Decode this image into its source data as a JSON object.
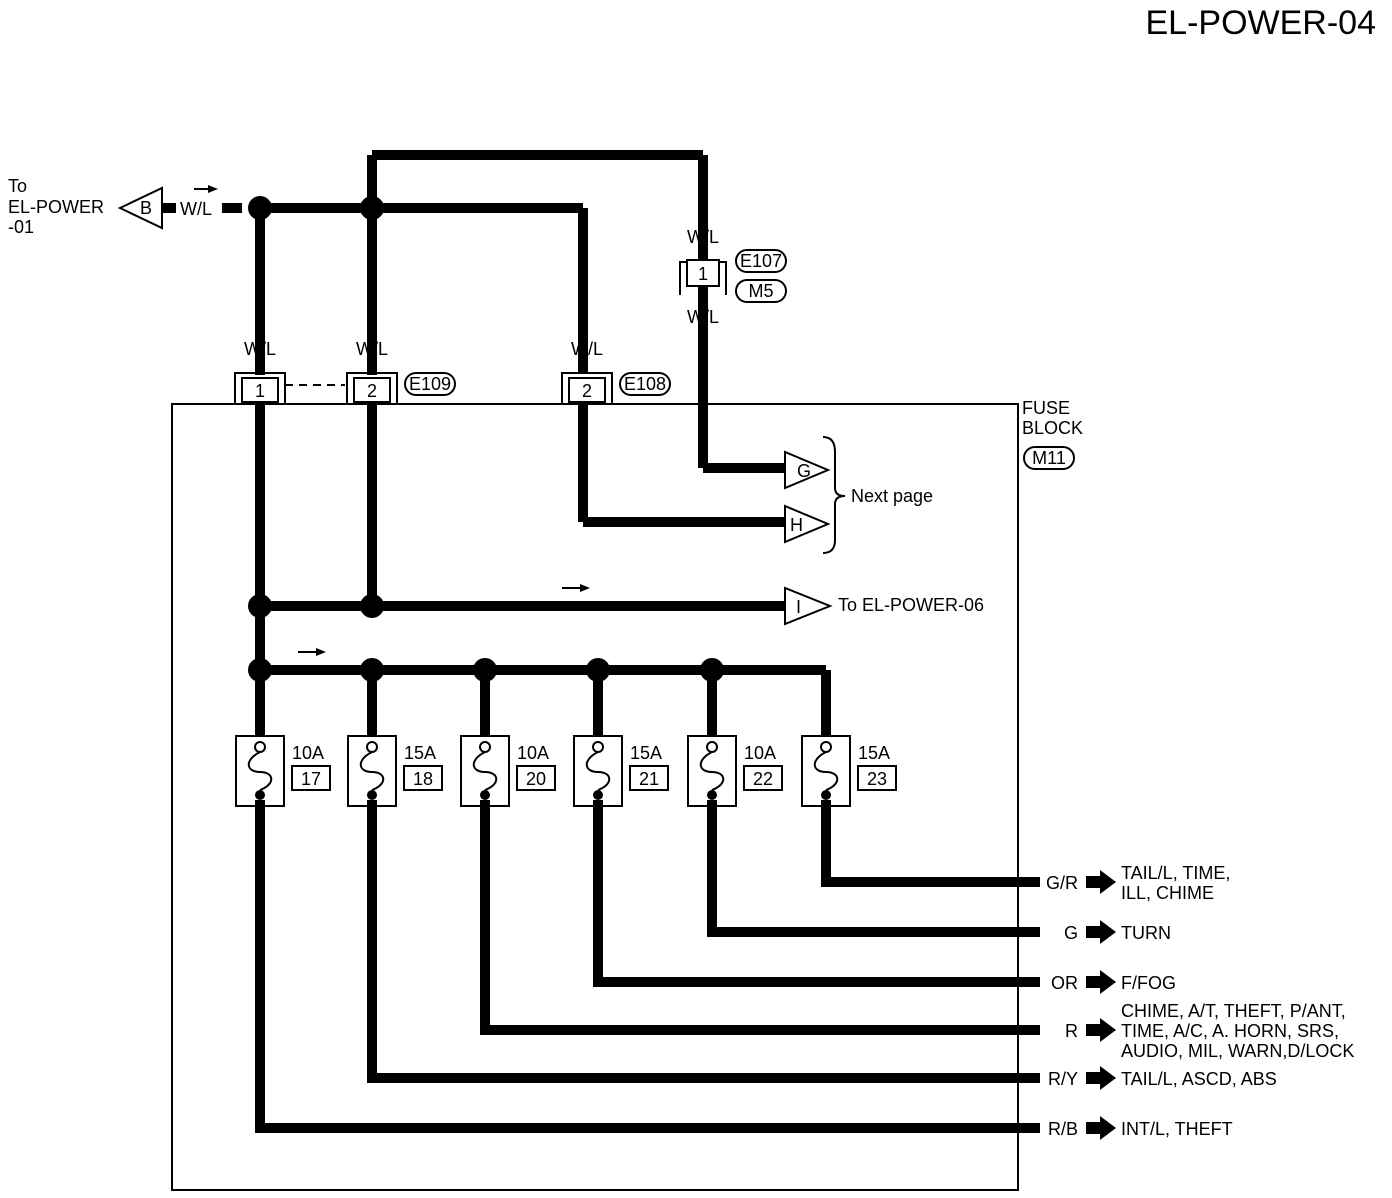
{
  "title": "EL-POWER-04",
  "to_left": {
    "line1": "To",
    "line2": "EL-POWER",
    "line3": "-01",
    "connector": "B",
    "wire_color": "W/L"
  },
  "connectors": {
    "e109": {
      "id": "E109",
      "pin1": "1",
      "pin2": "2"
    },
    "e108": {
      "id": "E108",
      "pin": "2"
    },
    "e107": {
      "id": "E107",
      "alt_id": "M5",
      "pin": "1"
    }
  },
  "wire_labels": {
    "wl_e109_1": "W/L",
    "wl_e109_2": "W/L",
    "wl_e108": "W/L",
    "wl_e107_top": "W/L",
    "wl_e107_bottom": "W/L"
  },
  "fuse_block": {
    "line1": "FUSE",
    "line2": "BLOCK",
    "connector": "M11"
  },
  "next_page": {
    "g": "G",
    "h": "H",
    "label": "Next page"
  },
  "to_power06": {
    "connector": "I",
    "label": "To EL-POWER-06"
  },
  "fuses": [
    {
      "amp": "10A",
      "num": "17"
    },
    {
      "amp": "15A",
      "num": "18"
    },
    {
      "amp": "10A",
      "num": "20"
    },
    {
      "amp": "15A",
      "num": "21"
    },
    {
      "amp": "10A",
      "num": "22"
    },
    {
      "amp": "15A",
      "num": "23"
    }
  ],
  "outputs": [
    {
      "color": "G/R",
      "lines": [
        "TAIL/L, TIME,",
        "ILL, CHIME"
      ]
    },
    {
      "color": "G",
      "lines": [
        "TURN"
      ]
    },
    {
      "color": "OR",
      "lines": [
        "F/FOG"
      ]
    },
    {
      "color": "R",
      "lines": [
        "CHIME, A/T, THEFT, P/ANT,",
        "TIME, A/C, A. HORN, SRS,",
        "AUDIO, MIL, WARN,D/LOCK"
      ]
    },
    {
      "color": "R/Y",
      "lines": [
        "TAIL/L, ASCD, ABS"
      ]
    },
    {
      "color": "R/B",
      "lines": [
        "INT/L, THEFT"
      ]
    }
  ]
}
